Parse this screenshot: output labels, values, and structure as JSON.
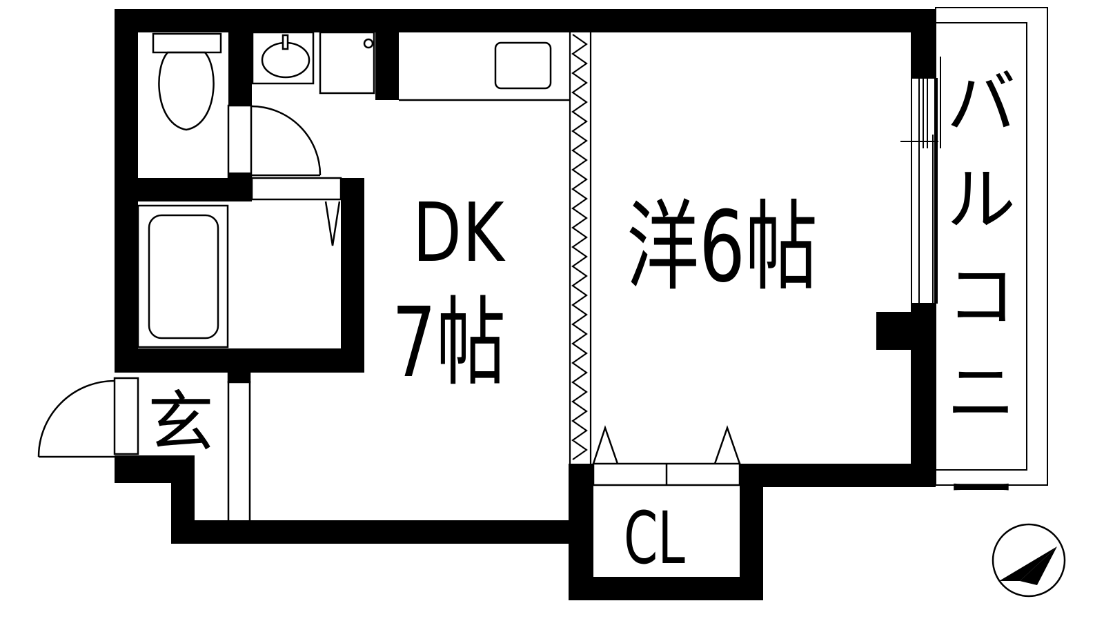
{
  "floor_plan": {
    "rooms": {
      "dk": {
        "line1": "DK",
        "line2": "7帖"
      },
      "western_room": {
        "label": "洋6帖"
      },
      "entrance": {
        "label": "玄"
      },
      "closet": {
        "label": "CL"
      },
      "balcony": {
        "chars": [
          "バ",
          "ル",
          "コ",
          "ニ",
          "ー"
        ]
      }
    },
    "fixtures": [
      "toilet",
      "washbasin",
      "washing-machine-space",
      "kitchen-sink",
      "bathtub",
      "sliding-partition",
      "entrance-door",
      "toilet-door"
    ],
    "compass": {
      "direction": "north-east"
    },
    "colors": {
      "wall": "#000000",
      "background": "#ffffff"
    }
  }
}
